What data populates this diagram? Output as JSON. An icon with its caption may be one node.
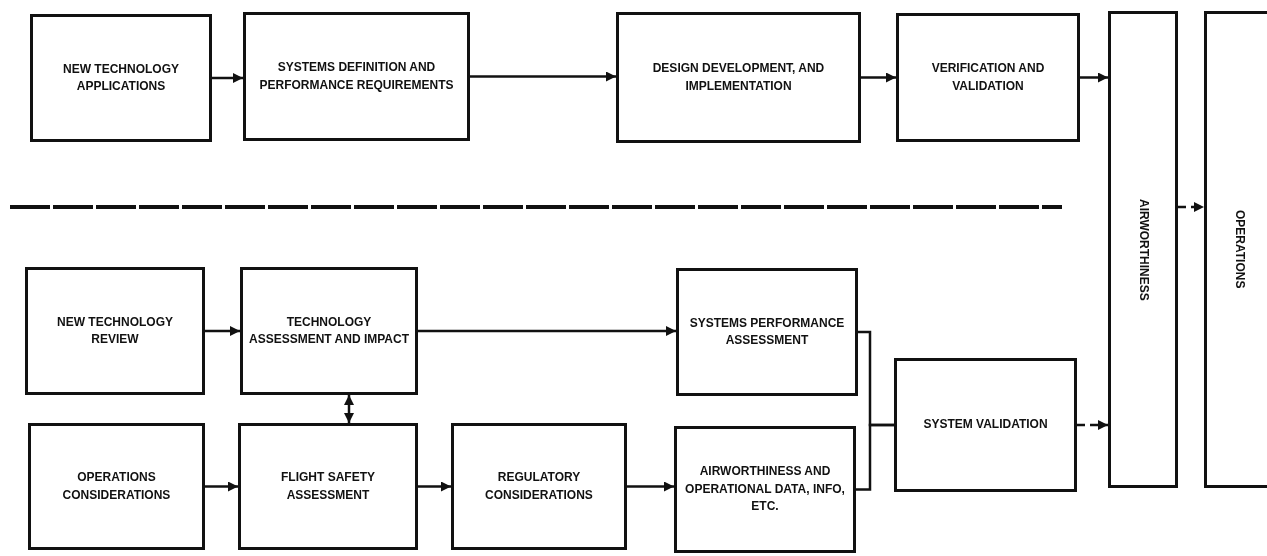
{
  "diagram": {
    "nodes": [
      {
        "text": [
          "NEW TECHNOLOGY APPLICATIONS"
        ]
      },
      {
        "text": [
          "SYSTEMS DEFINITION AND PERFORMANCE REQUIREMENTS"
        ]
      },
      {
        "text": [
          "DESIGN DEVELOPMENT, AND IMPLEMENTATION"
        ]
      },
      {
        "text": [
          "VERIFICATION AND VALIDATION"
        ]
      },
      {
        "text": [
          "AIRWORTHINESS"
        ]
      },
      {
        "text": [
          "OPERATIONS"
        ]
      },
      {
        "text": [
          "NEW TECHNOLOGY REVIEW"
        ]
      },
      {
        "text": [
          "TECHNOLOGY ASSESSMENT AND IMPACT"
        ]
      },
      {
        "text": [
          "SYSTEMS PERFORMANCE ASSESSMENT"
        ]
      },
      {
        "text": [
          "OPERATIONS CONSIDERATIONS"
        ]
      },
      {
        "text": [
          "FLIGHT SAFETY ASSESSMENT"
        ]
      },
      {
        "text": [
          "REGULATORY CONSIDERATIONS"
        ]
      },
      {
        "text": [
          "AIRWORTHINESS AND OPERATIONAL DATA, INFO, ETC."
        ]
      },
      {
        "text": [
          "SYSTEM VALIDATION"
        ]
      }
    ],
    "edges": [
      {
        "from": 0,
        "to": 1,
        "arrow": "to"
      },
      {
        "from": 1,
        "to": 2,
        "arrow": "to"
      },
      {
        "from": 2,
        "to": 3,
        "arrow": "to"
      },
      {
        "from": 3,
        "to": 4,
        "arrow": "to"
      },
      {
        "from": 4,
        "to": 5,
        "arrow": "to",
        "style": "dashed"
      },
      {
        "from": 6,
        "to": 7,
        "arrow": "to"
      },
      {
        "from": 7,
        "to": 8,
        "arrow": "to"
      },
      {
        "from": 7,
        "to": 10,
        "arrow": "both"
      },
      {
        "from": 9,
        "to": 10,
        "arrow": "to"
      },
      {
        "from": 10,
        "to": 11,
        "arrow": "to"
      },
      {
        "from": 11,
        "to": 12,
        "arrow": "to"
      },
      {
        "from": 8,
        "to": 13,
        "arrow": "none"
      },
      {
        "from": 12,
        "to": 13,
        "arrow": "none"
      },
      {
        "from": 13,
        "to": 4,
        "arrow": "to",
        "style": "dashed"
      }
    ]
  }
}
